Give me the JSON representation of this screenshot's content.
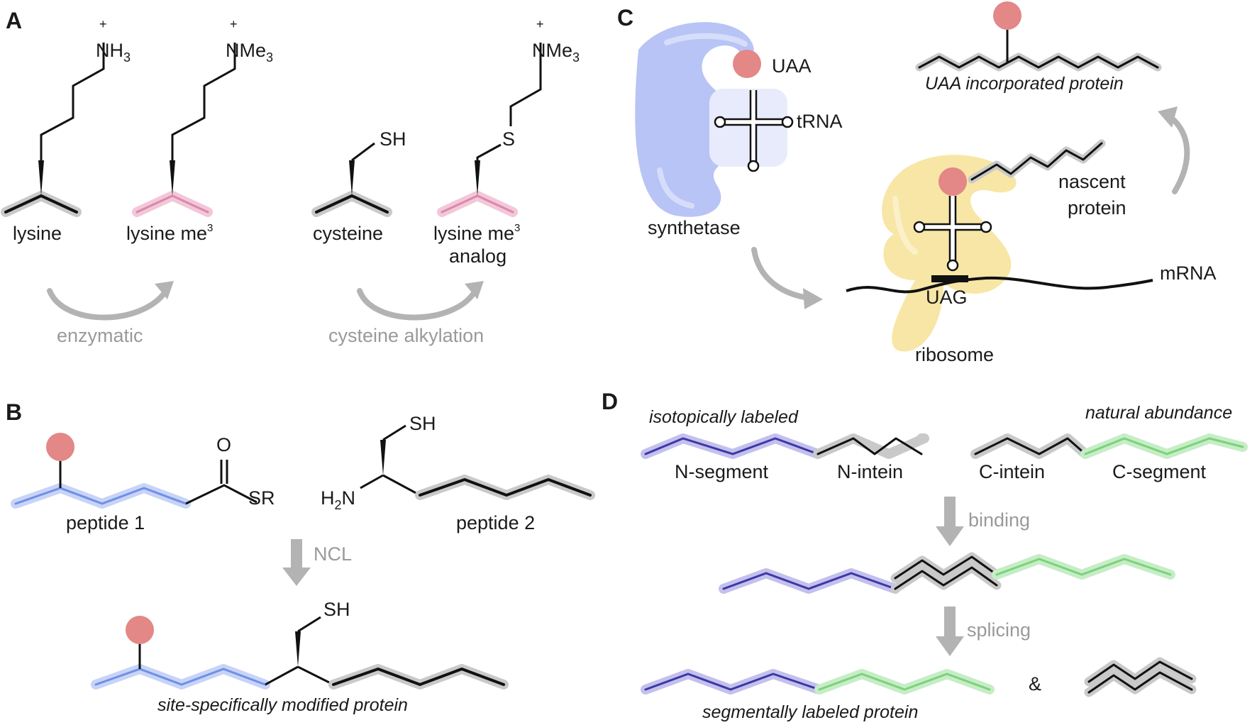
{
  "panels": {
    "a": "A",
    "b": "B",
    "c": "C",
    "d": "D"
  },
  "panel_a": {
    "groups": {
      "nh3_plus": "+",
      "nh3_n": "NH",
      "nh3_sub": "3",
      "nme3_plus": "+",
      "nme3_n": "NMe",
      "nme3_sub": "3",
      "nme3b_plus": "+",
      "nme3b_n": "NMe",
      "nme3b_sub": "3",
      "sh": "SH",
      "s": "S"
    },
    "labels": {
      "lysine": "lysine",
      "lysine_me": "lysine me",
      "lysine_me_sup": "3",
      "cysteine": "cysteine",
      "lysine_me_analog": "lysine me",
      "lysine_me_analog_sup": "3",
      "analog": "analog"
    },
    "arrows": {
      "enzymatic": "enzymatic",
      "alkylation": "cysteine alkylation"
    }
  },
  "panel_b": {
    "carbonyl_o": "O",
    "thioester": "SR",
    "sh_top": "SH",
    "amine": "H",
    "amine_sub": "2",
    "amine_n": "N",
    "peptide1": "peptide 1",
    "peptide2": "peptide 2",
    "ncl": "NCL",
    "sh_bottom": "SH",
    "product": "site-specifically modified protein"
  },
  "panel_c": {
    "uaa": "UAA",
    "trna": "tRNA",
    "synthetase": "synthetase",
    "uaa_protein": "UAA incorporated protein",
    "nascent": "nascent",
    "protein": "protein",
    "mrna": "mRNA",
    "uag": "UAG",
    "ribosome": "ribosome"
  },
  "panel_d": {
    "isotopic": "isotopically labeled",
    "natural": "natural abundance",
    "n_segment": "N-segment",
    "n_intein": "N-intein",
    "c_intein": "C-intein",
    "c_segment": "C-segment",
    "binding": "binding",
    "splicing": "splicing",
    "ampersand": "&",
    "product": "segmentally labeled protein"
  },
  "colors": {
    "blue_glow": "#b8c8f4",
    "blue_line": "#6f8ee8",
    "pink_glow": "#f3c7d8",
    "pink_line": "#d889ad",
    "red_ball": "#e38787",
    "indigo_glow": "#c3c0ec",
    "indigo_line": "#3b37a8",
    "green_glow": "#c6edc6",
    "green_line": "#7bd27b",
    "synthetase": "#b8c4f5",
    "ribosome": "#f8e6a6",
    "arrow_gray": "#b3b3b3"
  }
}
